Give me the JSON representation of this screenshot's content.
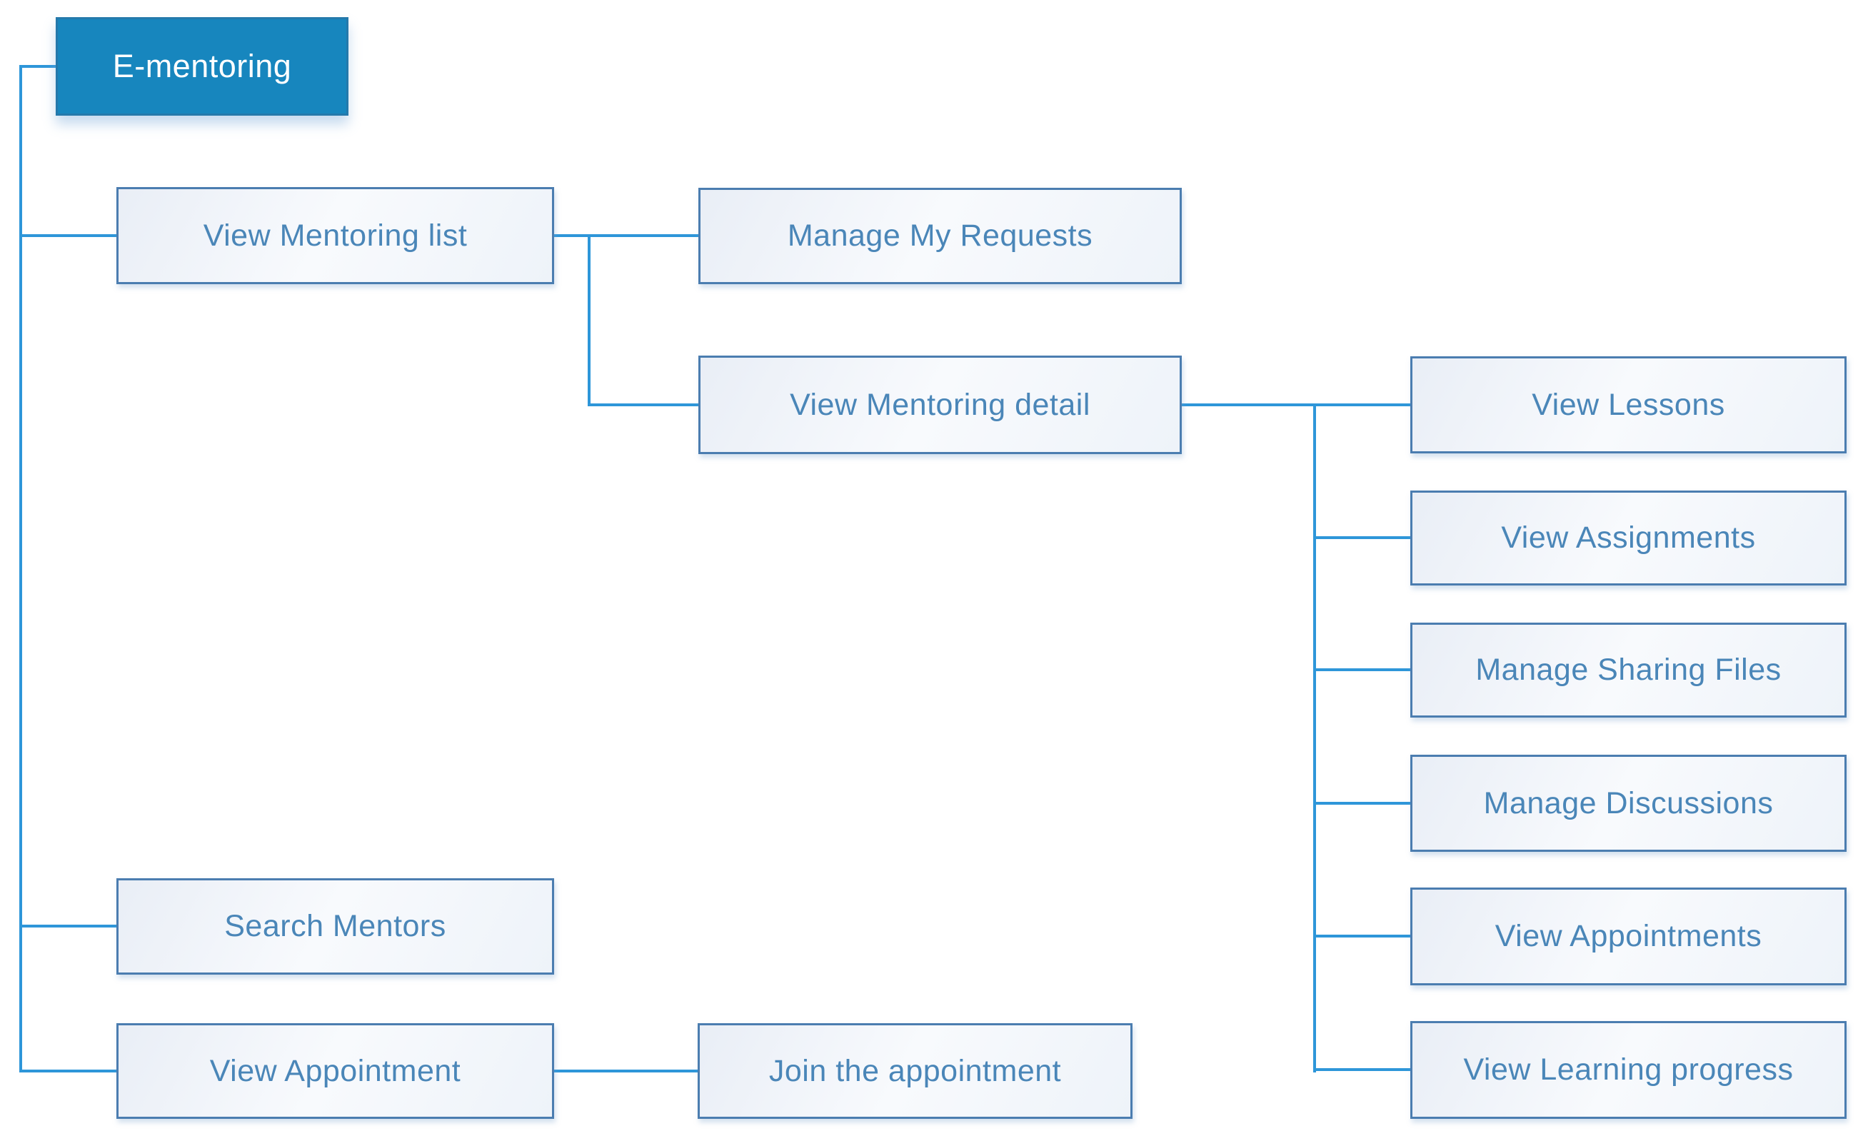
{
  "diagram": {
    "type": "hierarchy-tree",
    "colors": {
      "line": "#2e96d9",
      "root_fill": "#1786be",
      "root_border": "#2579ab",
      "root_text": "#ffffff",
      "child_border": "#4b7db0",
      "child_text": "#4a86b8"
    },
    "nodes": {
      "root": {
        "label": "E-mentoring"
      },
      "view_mentoring_list": {
        "label": "View Mentoring list"
      },
      "manage_my_requests": {
        "label": "Manage My Requests"
      },
      "view_mentoring_detail": {
        "label": "View Mentoring detail"
      },
      "view_lessons": {
        "label": "View Lessons"
      },
      "view_assignments": {
        "label": "View Assignments"
      },
      "manage_sharing_files": {
        "label": "Manage Sharing Files"
      },
      "manage_discussions": {
        "label": "Manage Discussions"
      },
      "view_appointments": {
        "label": "View Appointments"
      },
      "view_learning_progress": {
        "label": "View Learning progress"
      },
      "search_mentors": {
        "label": "Search Mentors"
      },
      "view_appointment": {
        "label": "View Appointment"
      },
      "join_the_appointment": {
        "label": "Join the appointment"
      }
    },
    "edges": [
      {
        "from": "E-mentoring",
        "to": "View Mentoring list"
      },
      {
        "from": "E-mentoring",
        "to": "Search Mentors"
      },
      {
        "from": "E-mentoring",
        "to": "View Appointment"
      },
      {
        "from": "View Mentoring list",
        "to": "Manage My Requests"
      },
      {
        "from": "View Mentoring list",
        "to": "View Mentoring detail"
      },
      {
        "from": "View Mentoring detail",
        "to": "View Lessons"
      },
      {
        "from": "View Mentoring detail",
        "to": "View Assignments"
      },
      {
        "from": "View Mentoring detail",
        "to": "Manage Sharing Files"
      },
      {
        "from": "View Mentoring detail",
        "to": "Manage Discussions"
      },
      {
        "from": "View Mentoring detail",
        "to": "View Appointments"
      },
      {
        "from": "View Mentoring detail",
        "to": "View Learning progress"
      },
      {
        "from": "View Appointment",
        "to": "Join the appointment"
      }
    ]
  }
}
